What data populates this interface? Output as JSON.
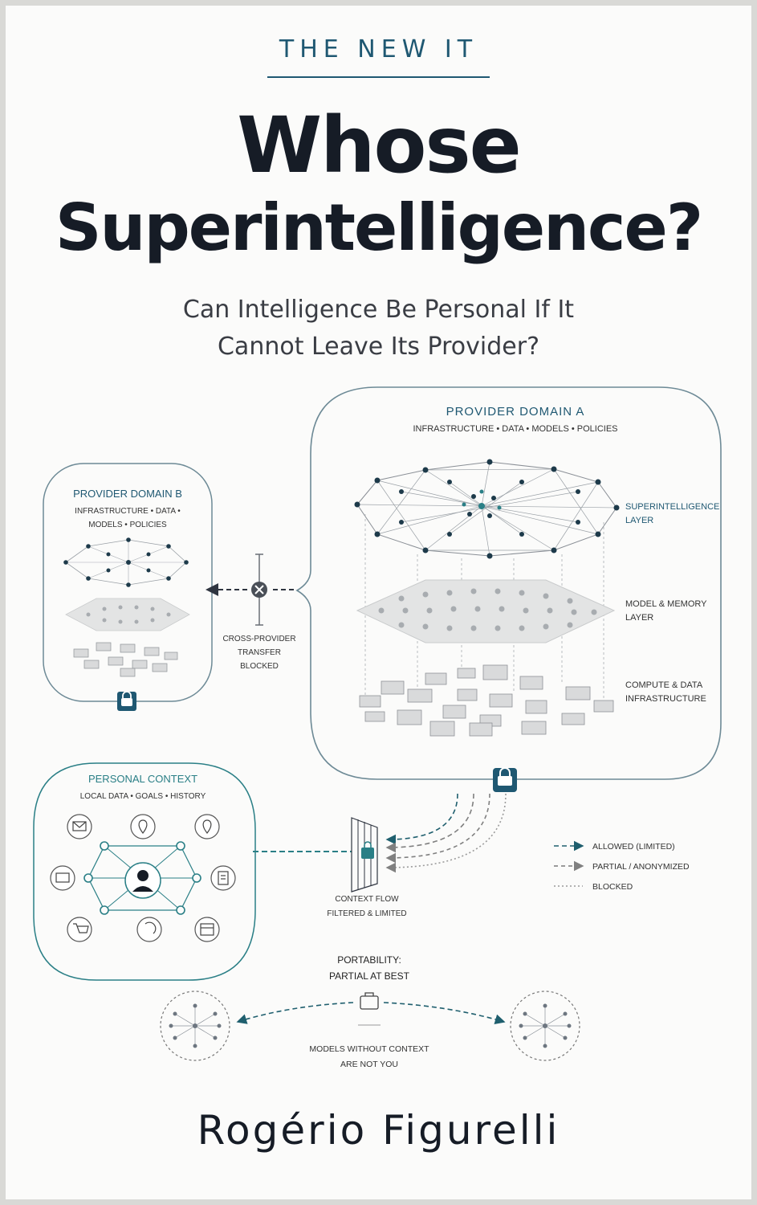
{
  "header": {
    "series": "THE NEW IT"
  },
  "title": {
    "line1": "Whose",
    "line2": "Superintelligence?"
  },
  "subtitle": {
    "line1": "Can Intelligence Be Personal If It",
    "line2": "Cannot Leave Its Provider?"
  },
  "provider_a": {
    "title": "PROVIDER DOMAIN A",
    "subtitle": "INFRASTRUCTURE • DATA • MODELS • POLICIES",
    "layers": [
      {
        "line1": "SUPERINTELLIGENCE",
        "line2": "LAYER"
      },
      {
        "line1": "MODEL & MEMORY",
        "line2": "LAYER"
      },
      {
        "line1": "COMPUTE & DATA",
        "line2": "INFRASTRUCTURE"
      }
    ]
  },
  "provider_b": {
    "title": "PROVIDER DOMAIN B",
    "subtitle_line1": "INFRASTRUCTURE • DATA •",
    "subtitle_line2": "MODELS • POLICIES"
  },
  "transfer": {
    "line1": "CROSS-PROVIDER",
    "line2": "TRANSFER",
    "line3": "BLOCKED"
  },
  "personal": {
    "title": "PERSONAL CONTEXT",
    "subtitle": "LOCAL DATA • GOALS • HISTORY",
    "icons": [
      "mail-icon",
      "location-pin-icon",
      "location-pin-icon",
      "document-icon",
      "calendar-icon",
      "chat-icon",
      "shopping-cart-icon",
      "brain-icon",
      "user-icon"
    ]
  },
  "context_flow": {
    "line1": "CONTEXT FLOW",
    "line2": "FILTERED & LIMITED"
  },
  "legend": [
    {
      "label": "ALLOWED (LIMITED)",
      "color": "#1f5f6e"
    },
    {
      "label": "PARTIAL / ANONYMIZED",
      "color": "#7a7a7a"
    },
    {
      "label": "BLOCKED",
      "color": "#9a9a9a"
    }
  ],
  "portability": {
    "line1": "PORTABILITY:",
    "line2": "PARTIAL AT BEST",
    "caption1": "MODELS WITHOUT CONTEXT",
    "caption2": "ARE NOT YOU"
  },
  "author": "Rogério Figurelli",
  "colors": {
    "accent": "#1f5872",
    "teal": "#2a7f86",
    "ink": "#161c26"
  }
}
